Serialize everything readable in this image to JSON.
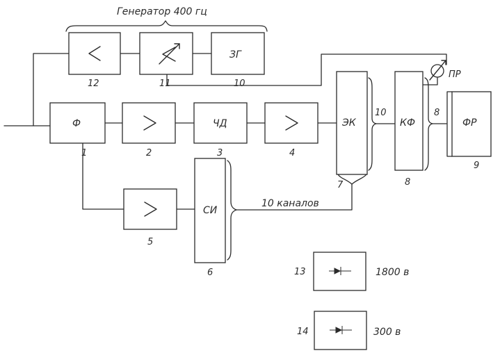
{
  "title": "Генератор 400 гц",
  "channels_note": "10 каналов",
  "blocks": {
    "f": {
      "label": "Ф",
      "num": "1"
    },
    "a2": {
      "label": ">",
      "num": "2"
    },
    "chd": {
      "label": "ЧД",
      "num": "3"
    },
    "a4": {
      "label": ">",
      "num": "4"
    },
    "a5": {
      "label": ">",
      "num": "5"
    },
    "si": {
      "label": "СИ",
      "num": "6"
    },
    "ek": {
      "label": "ЭК",
      "num": "7"
    },
    "kf": {
      "label": "КФ",
      "num": "8"
    },
    "fr": {
      "label": "ФР",
      "num": "9"
    },
    "zg": {
      "label": "ЗГ",
      "num": "10"
    },
    "b11": {
      "label": "",
      "num": "11"
    },
    "b12": {
      "label": "<",
      "num": "12"
    }
  },
  "wire_labels": {
    "ek_kf": "10",
    "kf_fr": "8"
  },
  "meter_label": "ПР",
  "diodes": [
    {
      "num": "13",
      "voltage": "1800 в"
    },
    {
      "num": "14",
      "voltage": "300 в"
    }
  ]
}
